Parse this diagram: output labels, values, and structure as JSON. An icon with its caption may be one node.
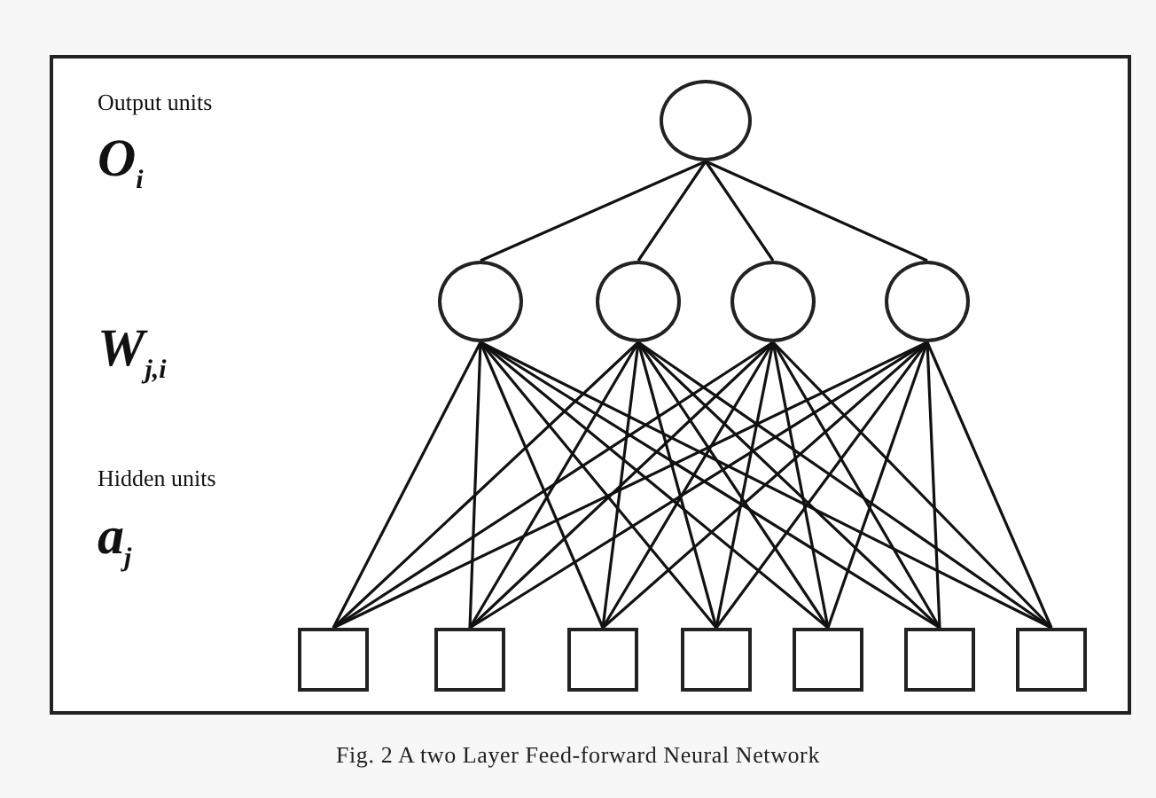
{
  "diagram": {
    "caption": "Fig. 2 A two Layer Feed-forward Neural Network",
    "nodes": [
      {
        "text": [],
        "shape": "circle"
      },
      {
        "text": [],
        "shape": "circle"
      },
      {
        "text": [],
        "shape": "circle"
      },
      {
        "text": [],
        "shape": "circle"
      },
      {
        "text": [],
        "shape": "circle"
      },
      {
        "text": [],
        "shape": "box"
      },
      {
        "text": [],
        "shape": "box"
      },
      {
        "text": [],
        "shape": "box"
      },
      {
        "text": [],
        "shape": "box"
      },
      {
        "text": [],
        "shape": "box"
      },
      {
        "text": [],
        "shape": "box"
      },
      {
        "text": [],
        "shape": "box"
      }
    ],
    "edges": [
      {
        "from": 1,
        "to": 0,
        "arrow": "none"
      },
      {
        "from": 2,
        "to": 0,
        "arrow": "none"
      },
      {
        "from": 3,
        "to": 0,
        "arrow": "none"
      },
      {
        "from": 4,
        "to": 0,
        "arrow": "none"
      },
      {
        "from": 5,
        "to": 1,
        "arrow": "none"
      },
      {
        "from": 5,
        "to": 2,
        "arrow": "none"
      },
      {
        "from": 5,
        "to": 3,
        "arrow": "none"
      },
      {
        "from": 5,
        "to": 4,
        "arrow": "none"
      },
      {
        "from": 6,
        "to": 1,
        "arrow": "none"
      },
      {
        "from": 6,
        "to": 2,
        "arrow": "none"
      },
      {
        "from": 6,
        "to": 3,
        "arrow": "none"
      },
      {
        "from": 6,
        "to": 4,
        "arrow": "none"
      },
      {
        "from": 7,
        "to": 1,
        "arrow": "none"
      },
      {
        "from": 7,
        "to": 2,
        "arrow": "none"
      },
      {
        "from": 7,
        "to": 3,
        "arrow": "none"
      },
      {
        "from": 7,
        "to": 4,
        "arrow": "none"
      },
      {
        "from": 8,
        "to": 1,
        "arrow": "none"
      },
      {
        "from": 8,
        "to": 2,
        "arrow": "none"
      },
      {
        "from": 8,
        "to": 3,
        "arrow": "none"
      },
      {
        "from": 8,
        "to": 4,
        "arrow": "none"
      },
      {
        "from": 9,
        "to": 1,
        "arrow": "none"
      },
      {
        "from": 9,
        "to": 2,
        "arrow": "none"
      },
      {
        "from": 9,
        "to": 3,
        "arrow": "none"
      },
      {
        "from": 9,
        "to": 4,
        "arrow": "none"
      },
      {
        "from": 10,
        "to": 1,
        "arrow": "none"
      },
      {
        "from": 10,
        "to": 2,
        "arrow": "none"
      },
      {
        "from": 10,
        "to": 3,
        "arrow": "none"
      },
      {
        "from": 10,
        "to": 4,
        "arrow": "none"
      },
      {
        "from": 11,
        "to": 1,
        "arrow": "none"
      },
      {
        "from": 11,
        "to": 2,
        "arrow": "none"
      },
      {
        "from": 11,
        "to": 3,
        "arrow": "none"
      },
      {
        "from": 11,
        "to": 4,
        "arrow": "none"
      }
    ],
    "labels": [
      "Output units",
      "O$_{i}$",
      "W$_{j,i}$",
      "Hidden units",
      "a$_{j}$"
    ]
  }
}
